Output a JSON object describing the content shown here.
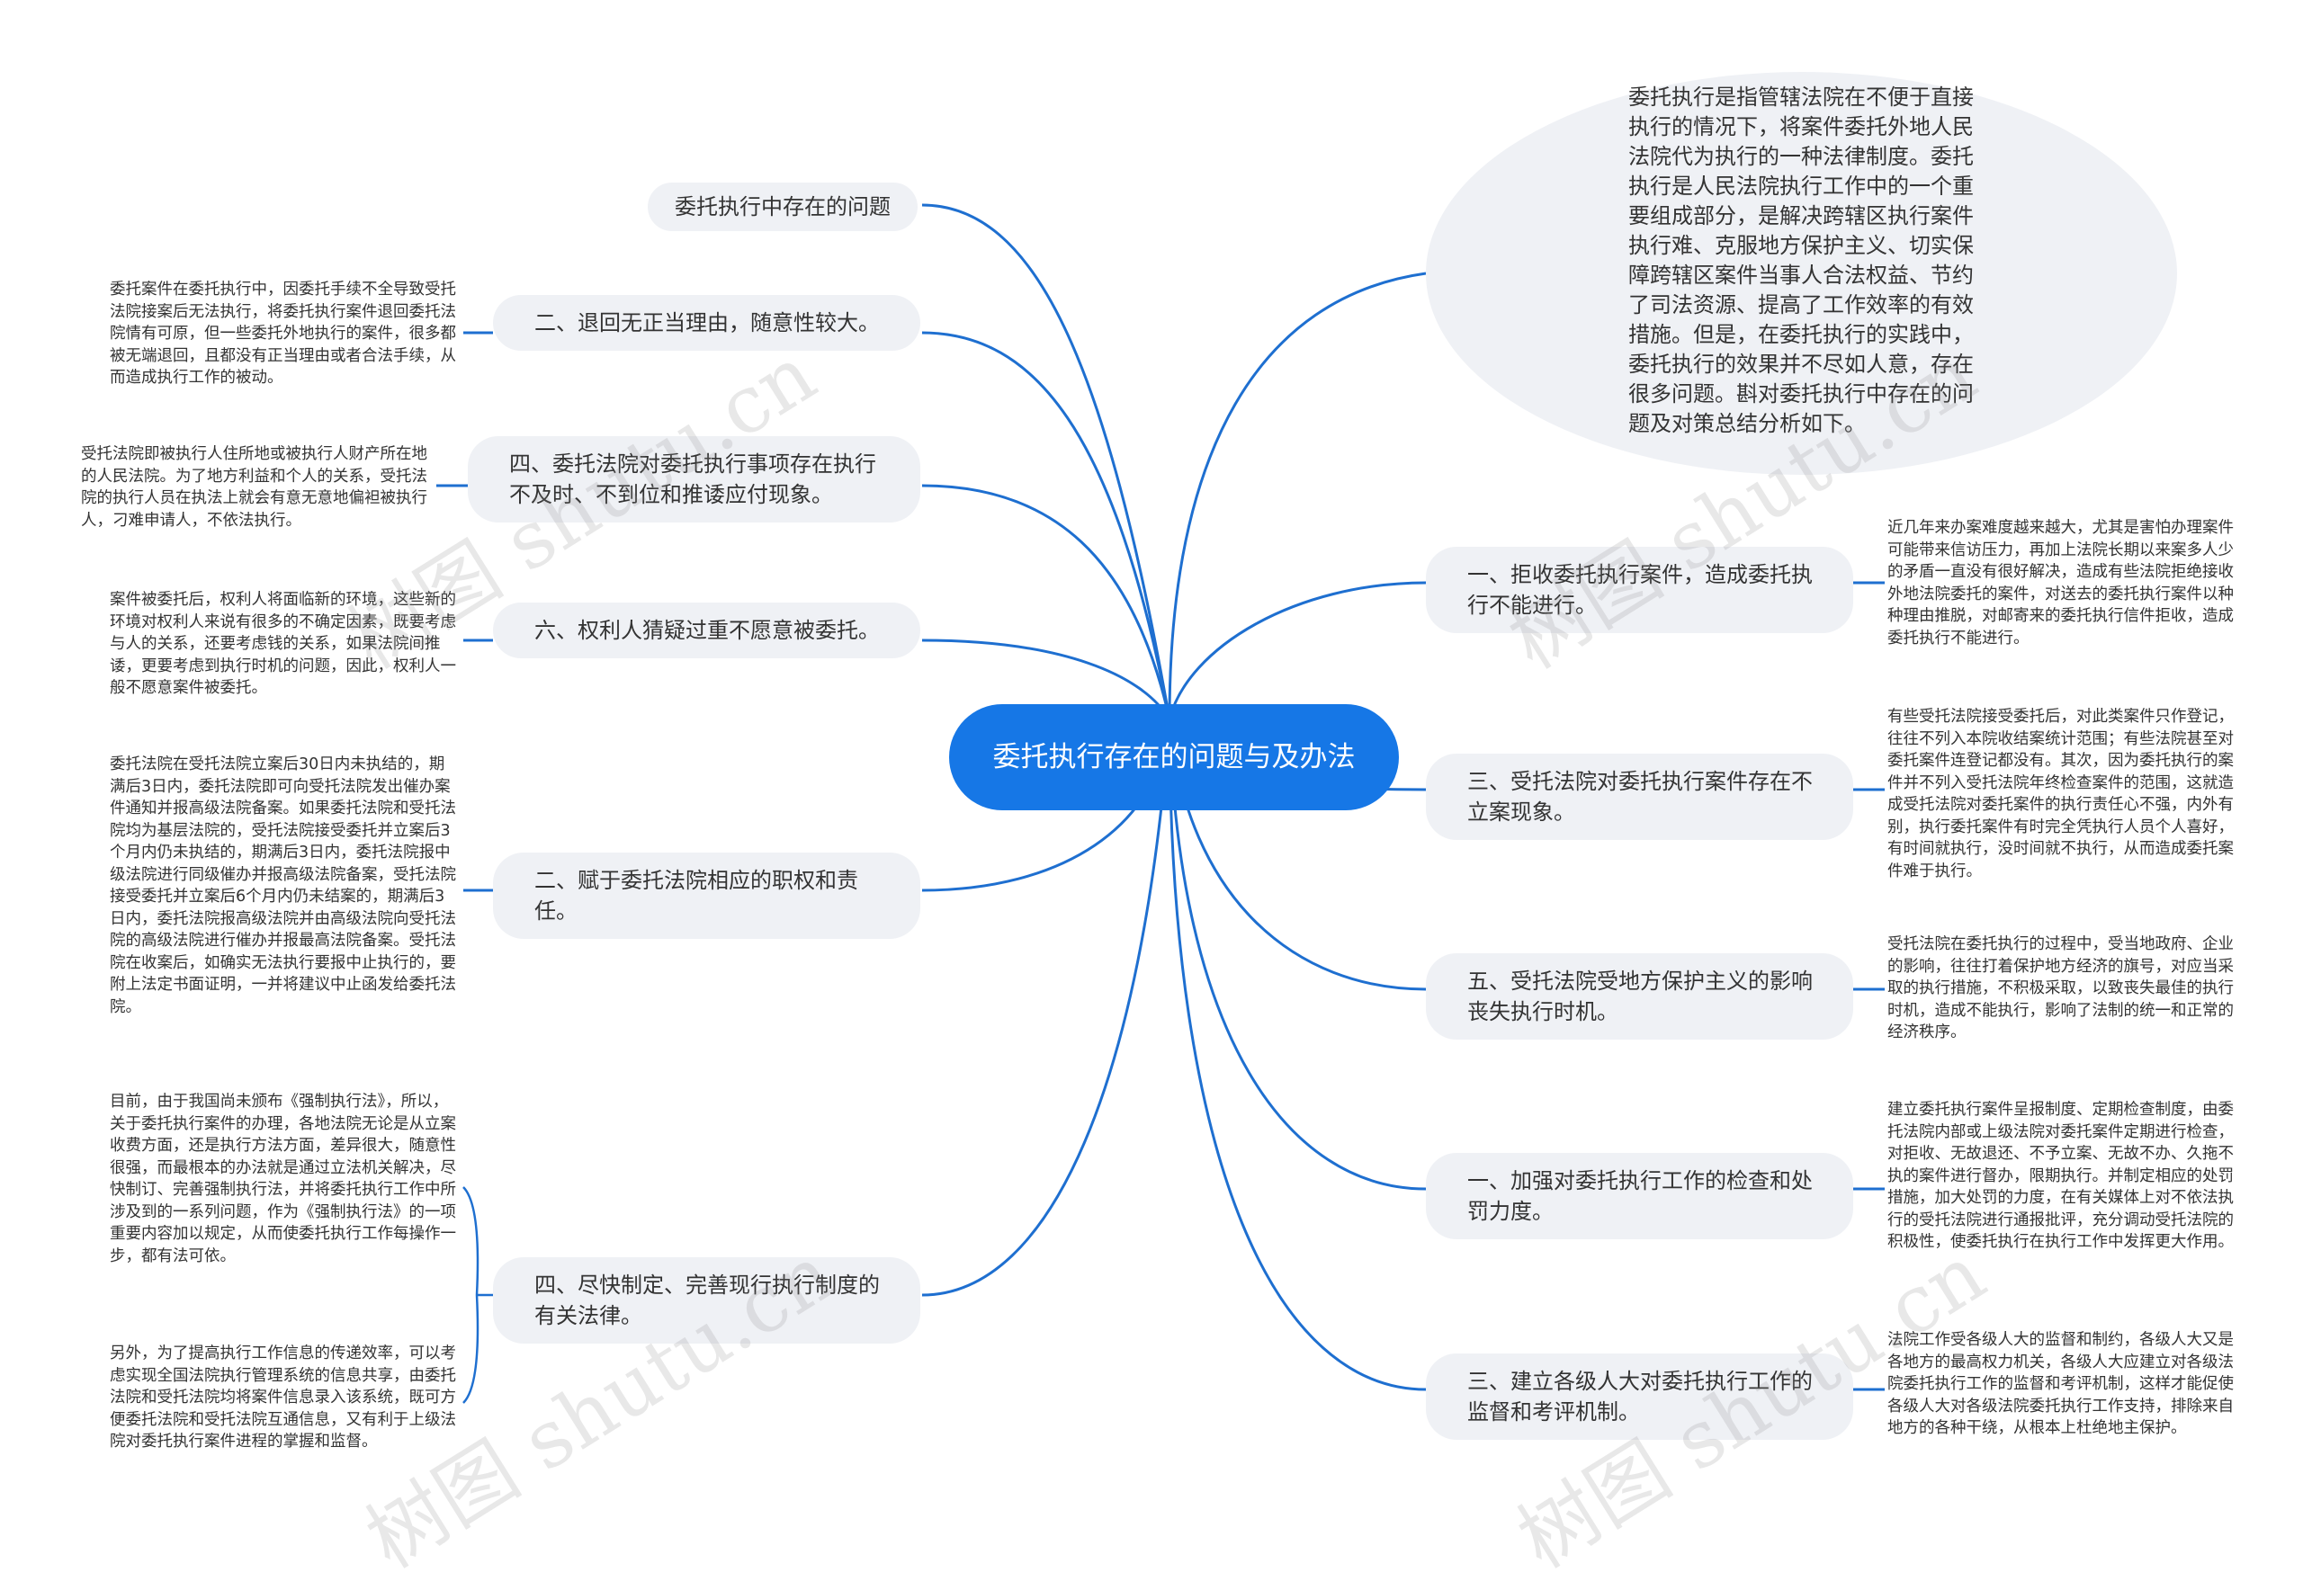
{
  "root": {
    "title": "委托执行存在的问题与及办法"
  },
  "intro": "委托执行是指管辖法院在不便于直接执行的情况下，将案件委托外地人民法院代为执行的一种法律制度。委托执行是人民法院执行工作中的一个重要组成部分，是解决跨辖区执行案件执行难、克服地方保护主义、切实保障跨辖区案件当事人合法权益、节约了司法资源、提高了工作效率的有效措施。但是，在委托执行的实践中，委托执行的效果并不尽如人意，存在很多问题。斟对委托执行中存在的问题及对策总结分析如下。",
  "left": [
    {
      "label": "委托执行中存在的问题",
      "leaf": ""
    },
    {
      "label": "二、退回无正当理由，随意性较大。",
      "leaf": "委托案件在委托执行中，因委托手续不全导致受托法院接案后无法执行，将委托执行案件退回委托法院情有可原，但一些委托外地执行的案件，很多都被无端退回，且都没有正当理由或者合法手续，从而造成执行工作的被动。"
    },
    {
      "label": "四、委托法院对委托执行事项存在执行不及时、不到位和推诿应付现象。",
      "leaf": "受托法院即被执行人住所地或被执行人财产所在地的人民法院。为了地方利益和个人的关系，受托法院的执行人员在执法上就会有意无意地偏袒被执行人，刁难申请人，不依法执行。"
    },
    {
      "label": "六、权利人猜疑过重不愿意被委托。",
      "leaf": "案件被委托后，权利人将面临新的环境，这些新的环境对权利人来说有很多的不确定因素，既要考虑与人的关系，还要考虑钱的关系，如果法院间推诿，更要考虑到执行时机的问题，因此，权利人一般不愿意案件被委托。"
    },
    {
      "label": "二、赋于委托法院相应的职权和责任。",
      "leaf": "委托法院在受托法院立案后30日内未执结的，期满后3日内，委托法院即可向受托法院发出催办案件通知并报高级法院备案。如果委托法院和受托法院均为基层法院的，受托法院接受委托并立案后3个月内仍未执结的，期满后3日内，委托法院报中级法院进行同级催办并报高级法院备案，受托法院接受委托并立案后6个月内仍未结案的，期满后3日内，委托法院报高级法院并由高级法院向受托法院的高级法院进行催办并报最高法院备案。受托法院在收案后，如确实无法执行要报中止执行的，要附上法定书面证明，一并将建议中止函发给委托法院。"
    },
    {
      "label": "四、尽快制定、完善现行执行制度的有关法律。",
      "leaves": [
        "目前，由于我国尚未颁布《强制执行法》，所以，关于委托执行案件的办理，各地法院无论是从立案收费方面，还是执行方法方面，差异很大，随意性很强，而最根本的办法就是通过立法机关解决，尽快制订、完善强制执行法，并将委托执行工作中所涉及到的一系列问题，作为《强制执行法》的一项重要内容加以规定，从而使委托执行工作每操作一步，都有法可依。",
        "另外，为了提高执行工作信息的传递效率，可以考虑实现全国法院执行管理系统的信息共享，由委托法院和受托法院均将案件信息录入该系统，既可方便委托法院和受托法院互通信息，又有利于上级法院对委托执行案件进程的掌握和监督。"
      ]
    }
  ],
  "right": [
    {
      "label": "一、拒收委托执行案件，造成委托执行不能进行。",
      "leaf": "近几年来办案难度越来越大，尤其是害怕办理案件可能带来信访压力，再加上法院长期以来案多人少的矛盾一直没有很好解决，造成有些法院拒绝接收外地法院委托的案件，对送去的委托执行案件以种种理由推脱，对邮寄来的委托执行信件拒收，造成委托执行不能进行。"
    },
    {
      "label": "三、受托法院对委托执行案件存在不立案现象。",
      "leaf": "有些受托法院接受委托后，对此类案件只作登记，往往不列入本院收结案统计范围；有些法院甚至对委托案件连登记都没有。其次，因为委托执行的案件并不列入受托法院年终检查案件的范围，这就造成受托法院对委托案件的执行责任心不强，内外有别，执行委托案件有时完全凭执行人员个人喜好，有时间就执行，没时间就不执行，从而造成委托案件难于执行。"
    },
    {
      "label": "五、受托法院受地方保护主义的影响丧失执行时机。",
      "leaf": "受托法院在委托执行的过程中，受当地政府、企业的影响，往往打着保护地方经济的旗号，对应当采取的执行措施，不积极采取，以致丧失最佳的执行时机，造成不能执行，影响了法制的统一和正常的经济秩序。"
    },
    {
      "label": "一、加强对委托执行工作的检查和处罚力度。",
      "leaf": "建立委托执行案件呈报制度、定期检查制度，由委托法院内部或上级法院对委托案件定期进行检查，对拒收、无故退还、不予立案、无故不办、久拖不执的案件进行督办，限期执行。并制定相应的处罚措施，加大处罚的力度，在有关媒体上对不依法执行的受托法院进行通报批评，充分调动受托法院的积极性，使委托执行在执行工作中发挥更大作用。"
    },
    {
      "label": "三、建立各级人大对委托执行工作的监督和考评机制。",
      "leaf": "法院工作受各级人大的监督和制约，各级人大又是各地方的最高权力机关，各级人大应建立对各级法院委托执行工作的监督和考评机制，这样才能促使各级人大对各级法院委托执行工作支持，排除来自地方的各种干绕，从根本上杜绝地主保护。"
    }
  ],
  "watermarks": [
    "树图 shutu.cn",
    "树图 shutu.cn",
    "树图 shutu.cn",
    "树图 shutu.cn"
  ],
  "colors": {
    "root": "#1677e6",
    "link": "#1e6fd0",
    "node_bg": "#eff1f5"
  }
}
